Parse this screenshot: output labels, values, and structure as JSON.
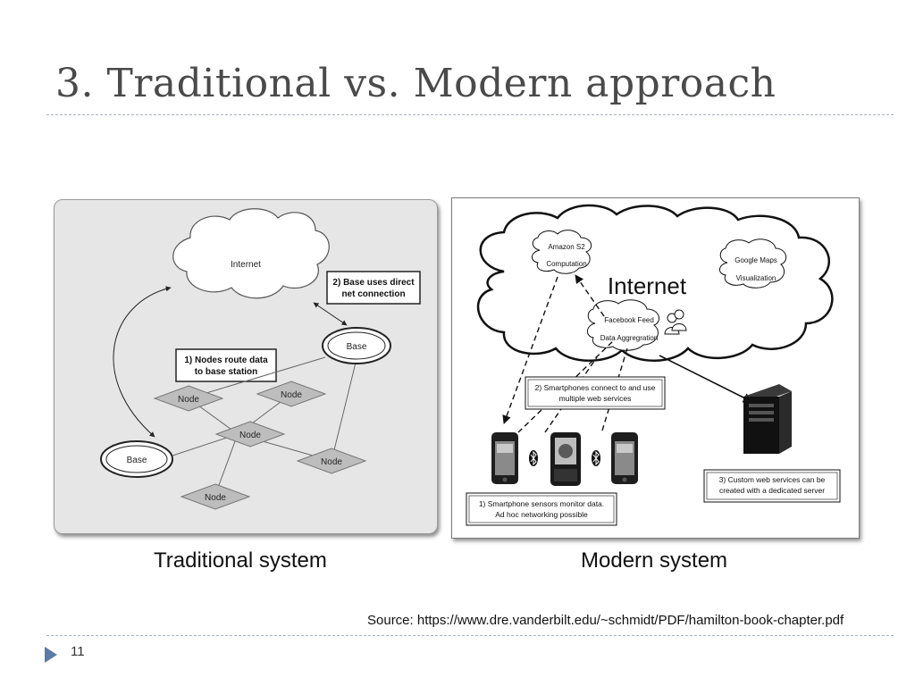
{
  "slide": {
    "title": "3. Traditional vs. Modern approach",
    "page_number": "11",
    "source": "Source: https://www.dre.vanderbilt.edu/~schmidt/PDF/hamilton-book-chapter.pdf"
  },
  "captions": {
    "traditional": "Traditional system",
    "modern": "Modern system"
  },
  "traditional_diagram": {
    "cloud_label": "Internet",
    "callout_base_line1": "2) Base uses direct",
    "callout_base_line2": "net connection",
    "callout_nodes_line1": "1) Nodes route data",
    "callout_nodes_line2": "to base station",
    "base_top_label": "Base",
    "base_left_label": "Base",
    "node_labels": [
      "Node",
      "Node",
      "Node",
      "Node",
      "Node"
    ]
  },
  "modern_diagram": {
    "cloud_label": "Internet",
    "service_amazon_line1": "Amazon S2",
    "service_amazon_line2": "Computation",
    "service_google_line1": "Google Maps",
    "service_google_line2": "Visualization",
    "service_facebook_line1": "Facebook Feed",
    "service_facebook_line2": "Data Aggregration",
    "callout_phones_line1": "2) Smartphones connect to and use",
    "callout_phones_line2": "multiple web services",
    "callout_sensors_line1": "1) Smartphone sensors monitor data.",
    "callout_sensors_line2": "Ad hoc networking possible",
    "callout_server_line1": "3) Custom web services can be",
    "callout_server_line2": "created with a dedicated server"
  },
  "colors": {
    "title": "#4a4a4a",
    "rule": "#a9b3c0",
    "left_panel_bg": "#e6e6e6",
    "page_arrow": "#5b7aa5"
  }
}
